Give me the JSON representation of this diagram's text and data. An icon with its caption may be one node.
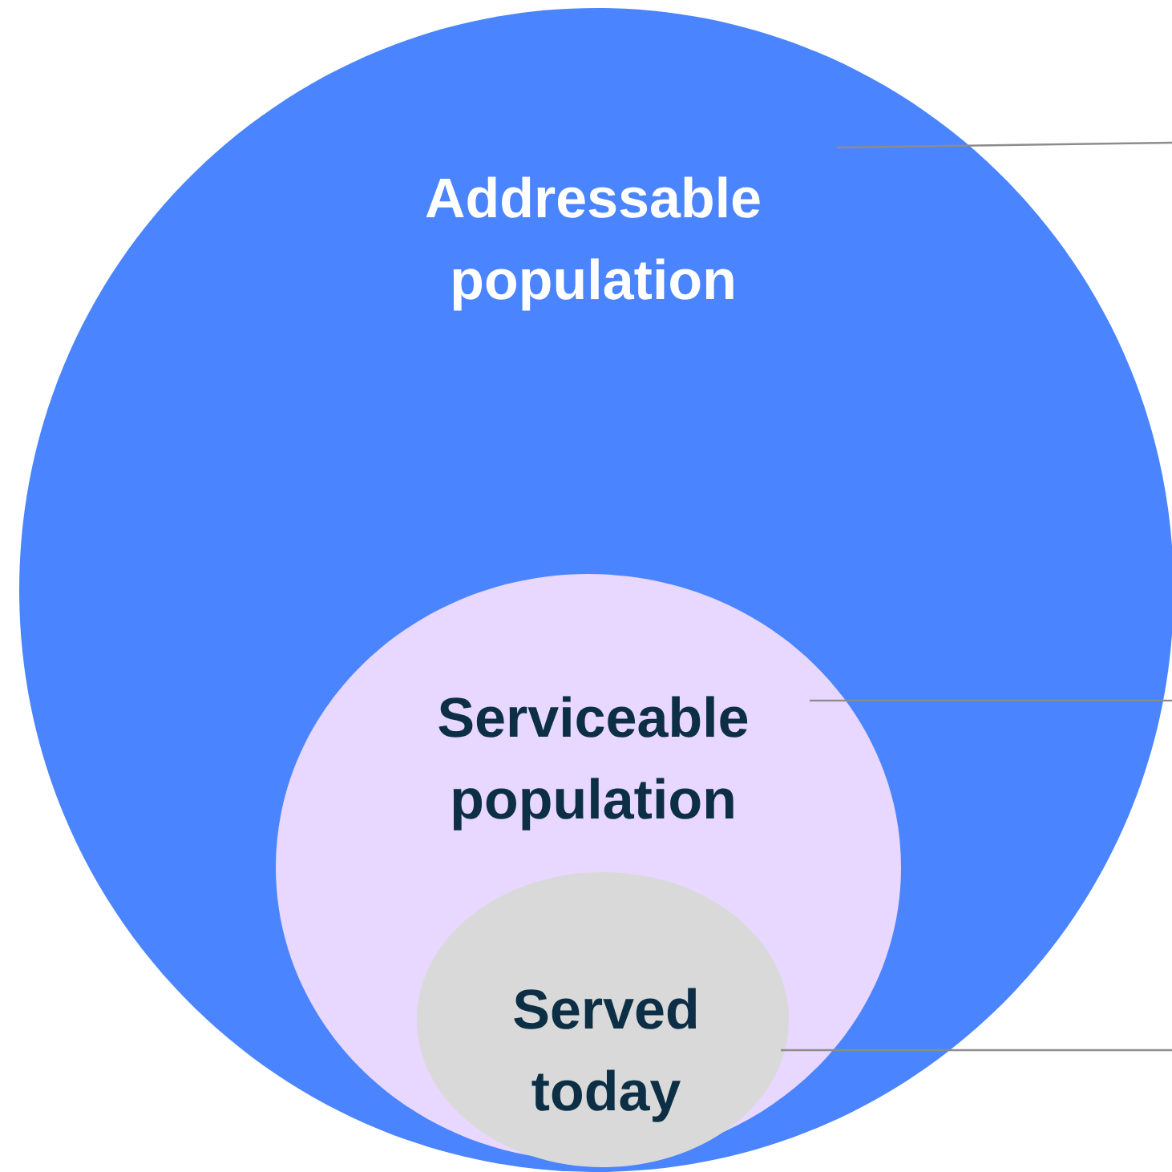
{
  "diagram": {
    "nodes": [
      {
        "text": [
          "Addressable population"
        ]
      },
      {
        "text": [
          "Serviceable population"
        ],
        "in": 0
      },
      {
        "text": [
          "Served today"
        ],
        "in": 1
      }
    ],
    "edges": [
      {
        "from": 0,
        "to": null,
        "arrow": "none"
      },
      {
        "from": 1,
        "to": null,
        "arrow": "none"
      },
      {
        "from": 2,
        "to": null,
        "arrow": "none"
      }
    ]
  }
}
